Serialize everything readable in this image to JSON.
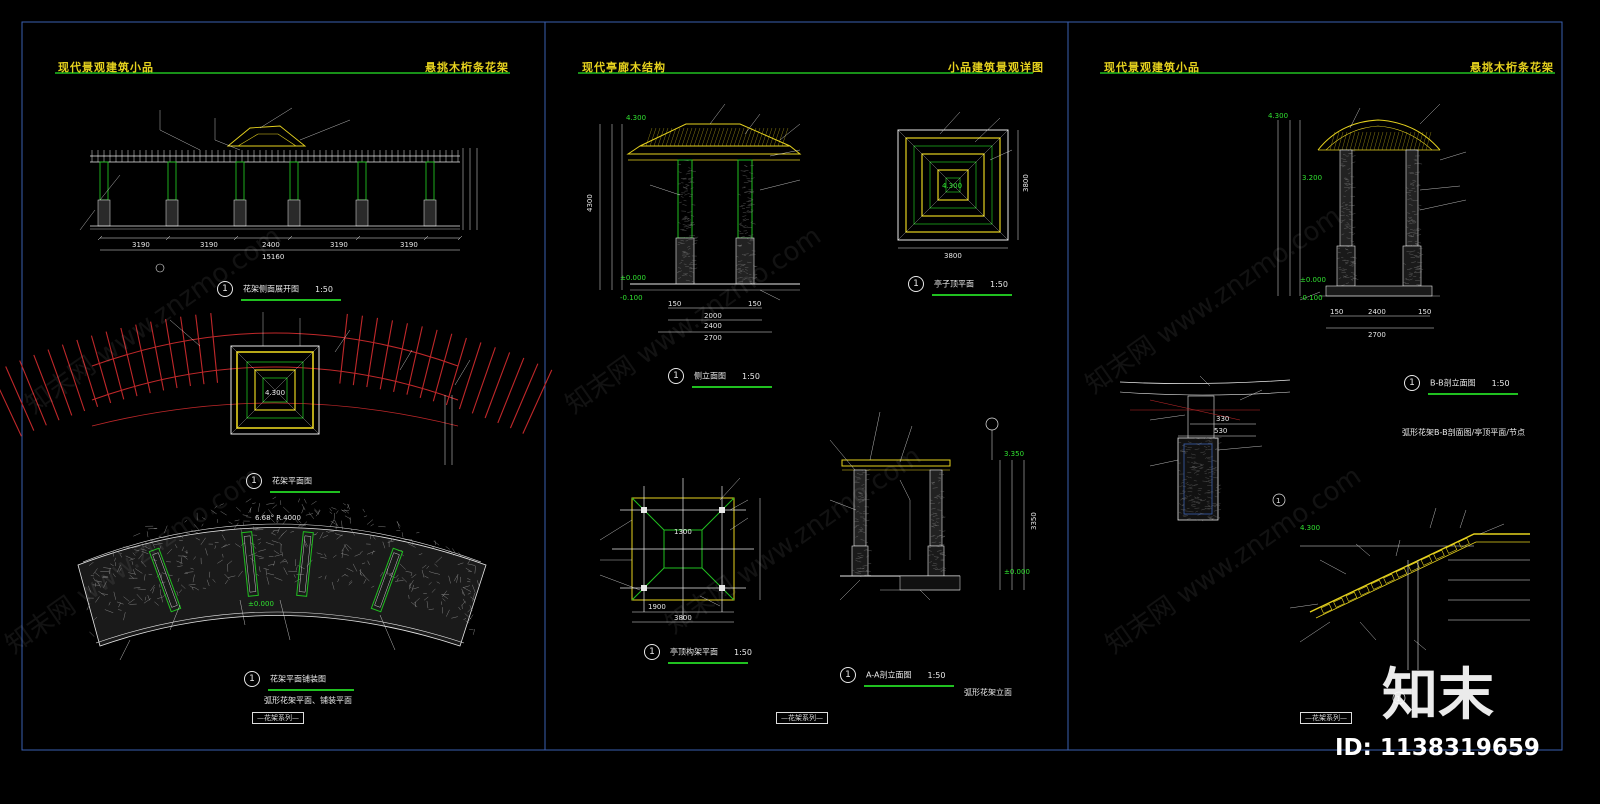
{
  "colors": {
    "background": "#000000",
    "title_yellow": "#e6d21e",
    "line_green": "#20c020",
    "beam_red": "#c0282a",
    "dim_white": "#e8e8e8",
    "frame_blue": "#3a60b0"
  },
  "sheets": [
    {
      "title_left": "现代景观建筑小品",
      "title_right": "悬挑木桁条花架",
      "drawings": {
        "elevation": {
          "caption": "花架侧面展开图",
          "num": "1",
          "scale": "1:50",
          "dims": [
            "3190",
            "3190",
            "2400",
            "3190",
            "3190"
          ],
          "total": "15160"
        },
        "plan": {
          "caption": "花架平面图",
          "num": "1",
          "level": "4.300"
        },
        "paving": {
          "caption": "花架平面铺装图",
          "num": "1",
          "radius_label": "6.68° R.4000",
          "level": "±0.000"
        }
      },
      "description": "弧形花架平面、铺装平面",
      "footer": "—花架系列—"
    },
    {
      "title_left": "现代亭廊木结构",
      "title_right": "小品建筑景观详图",
      "drawings": {
        "side_elevation": {
          "caption": "侧立面图",
          "num": "1",
          "scale": "1:50",
          "dims": [
            "150",
            "2000",
            "150"
          ],
          "total": "2400",
          "total2": "2700",
          "height": "4300",
          "level_top": "4.300",
          "level_zero": "±0.000",
          "level_neg": "-0.100"
        },
        "roof_plan": {
          "caption": "亭子顶平面",
          "num": "1",
          "scale": "1:50",
          "width": "3800",
          "height": "3800",
          "level": "4.300"
        },
        "frame_plan": {
          "caption": "亭顶构架平面",
          "num": "1",
          "scale": "1:50",
          "dims": [
            "1900",
            "3800"
          ],
          "center": "1300"
        },
        "section": {
          "caption": "A-A剖立面图",
          "num": "1",
          "scale": "1:50",
          "level_top": "3.350",
          "level_zero": "±0.000",
          "height": "3350"
        }
      },
      "description": "弧形花架立面",
      "footer": "—花架系列—"
    },
    {
      "title_left": "现代景观建筑小品",
      "title_right": "悬挑木桁条花架",
      "drawings": {
        "section_bb": {
          "caption": "B-B剖立面图",
          "num": "1",
          "scale": "1:50",
          "dims": [
            "150",
            "2400",
            "150"
          ],
          "total": "2700",
          "level_top": "4.300",
          "level_mid": "3.200",
          "level_zero": "±0.000",
          "level_neg": "-0.100"
        },
        "detail": {
          "num": "1",
          "dims": [
            "330",
            "530"
          ]
        },
        "roof_detail": {
          "num": "1",
          "level": "4.300"
        }
      },
      "description": "弧形花架B-B剖面图/亭顶平面/节点",
      "footer": "—花架系列—"
    }
  ],
  "watermark": {
    "text": "知末网 www.znzmo.com",
    "brand": "知末",
    "id_label": "ID: 1138319659"
  }
}
